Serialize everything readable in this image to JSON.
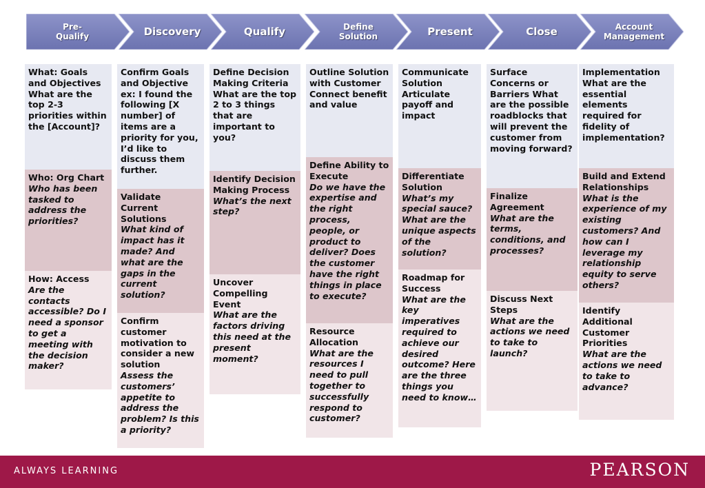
{
  "stages": [
    {
      "label": "Pre-\nQualify"
    },
    {
      "label": "Discovery"
    },
    {
      "label": "Qualify"
    },
    {
      "label": "Define\nSolution"
    },
    {
      "label": "Present"
    },
    {
      "label": "Close"
    },
    {
      "label": "Account\nManagement"
    }
  ],
  "columns": [
    [
      {
        "heading": "What:  Goals and Objectives What are the top 2-3 priorities within the [Account]?",
        "question": ""
      },
      {
        "heading": "Who: Org Chart",
        "question": "Who has been tasked to address the priorities?"
      },
      {
        "heading": "How: Access",
        "question": "Are the contacts accessible? Do I need a sponsor to get a meeting with the decision maker?"
      }
    ],
    [
      {
        "heading": "Confirm Goals and Objective ex: I found the following [X number] of items are a priority for you, I’d like to discuss them further.",
        "question": ""
      },
      {
        "heading": "Validate Current Solutions",
        "question": "What kind of impact has it made? And what are the gaps in the current solution?"
      },
      {
        "heading": "Confirm customer motivation to consider a new solution",
        "question": "Assess the customers’ appetite to address the problem? Is this a priority?"
      }
    ],
    [
      {
        "heading": "Define Decision Making Criteria What are the top 2 to 3 things that are important to you?",
        "question": ""
      },
      {
        "heading": "Identify Decision Making Process",
        "question": "What’s the next step?"
      },
      {
        "heading": "Uncover Compelling Event",
        "question": "What are the factors driving this need at the present moment?"
      }
    ],
    [
      {
        "heading": "Outline Solution with Customer Connect benefit and value",
        "question": ""
      },
      {
        "heading": "Define Ability to Execute",
        "question": "Do we have the expertise and the right process, people, or product to deliver? Does the customer have the right things in place to execute?"
      },
      {
        "heading": "Resource Allocation",
        "question": "What are the resources I need to pull together to successfully respond to customer?"
      }
    ],
    [
      {
        "heading": "Communicate Solution Articulate payoff and impact",
        "question": ""
      },
      {
        "heading": "Differentiate Solution",
        "question": "What’s my special sauce? What are the unique aspects of the solution?"
      },
      {
        "heading": "Roadmap for Success",
        "question": "What are the key imperatives required to achieve our desired outcome? Here are the three things you need to know…"
      }
    ],
    [
      {
        "heading": "Surface Concerns or Barriers What are the possible roadblocks that will prevent the customer from moving forward?",
        "question": ""
      },
      {
        "heading": "Finalize Agreement",
        "question": "What are the terms, conditions, and processes?"
      },
      {
        "heading": "Discuss Next Steps",
        "question": "What are the actions we need to take to launch?"
      }
    ],
    [
      {
        "heading": "Implementation What are the essential elements required for fidelity of implementation?",
        "question": ""
      },
      {
        "heading": "Build and Extend Relationships",
        "question": "What is the experience of my existing customers? And how can I leverage my relationship equity to serve others?"
      },
      {
        "heading": "Identify Additional Customer Priorities",
        "question": "What are the actions we need to take to advance?"
      }
    ]
  ],
  "footer": {
    "tagline": "ALWAYS LEARNING",
    "logo": "PEARSON"
  },
  "colors": {
    "chevron": "#7b82bd",
    "row1": "#e7e9f2",
    "row2": "#ddc6cb",
    "row3": "#f1e5e8",
    "footer": "#9e1848"
  }
}
